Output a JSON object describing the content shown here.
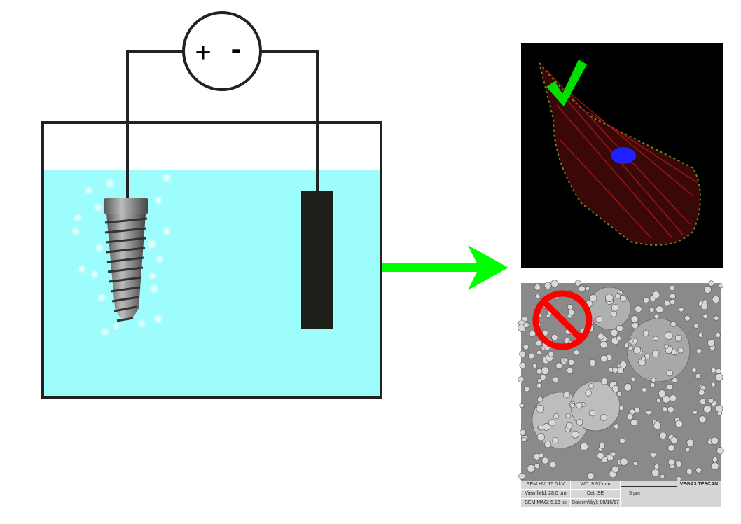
{
  "power_source": {
    "plus": "+",
    "minus": "-"
  },
  "colors": {
    "electrolyte": "#9dfcfc",
    "arrow": "#00ff00",
    "check": "#00e000",
    "prohibit": "#ff0000",
    "nucleus": "#2020ff",
    "actin": "#c02020"
  },
  "sem_info": {
    "hv": "SEM HV: 15.0 kV",
    "wd": "WD: 9.97 mm",
    "brand": "VEGA3 TESCAN",
    "view_field": "View field: 28.0 µm",
    "det": "Det: SE",
    "scale": "5 µm",
    "mag": "SEM MAG: 5.16 kx",
    "date": "Date(m/d/y): 08/16/17"
  }
}
